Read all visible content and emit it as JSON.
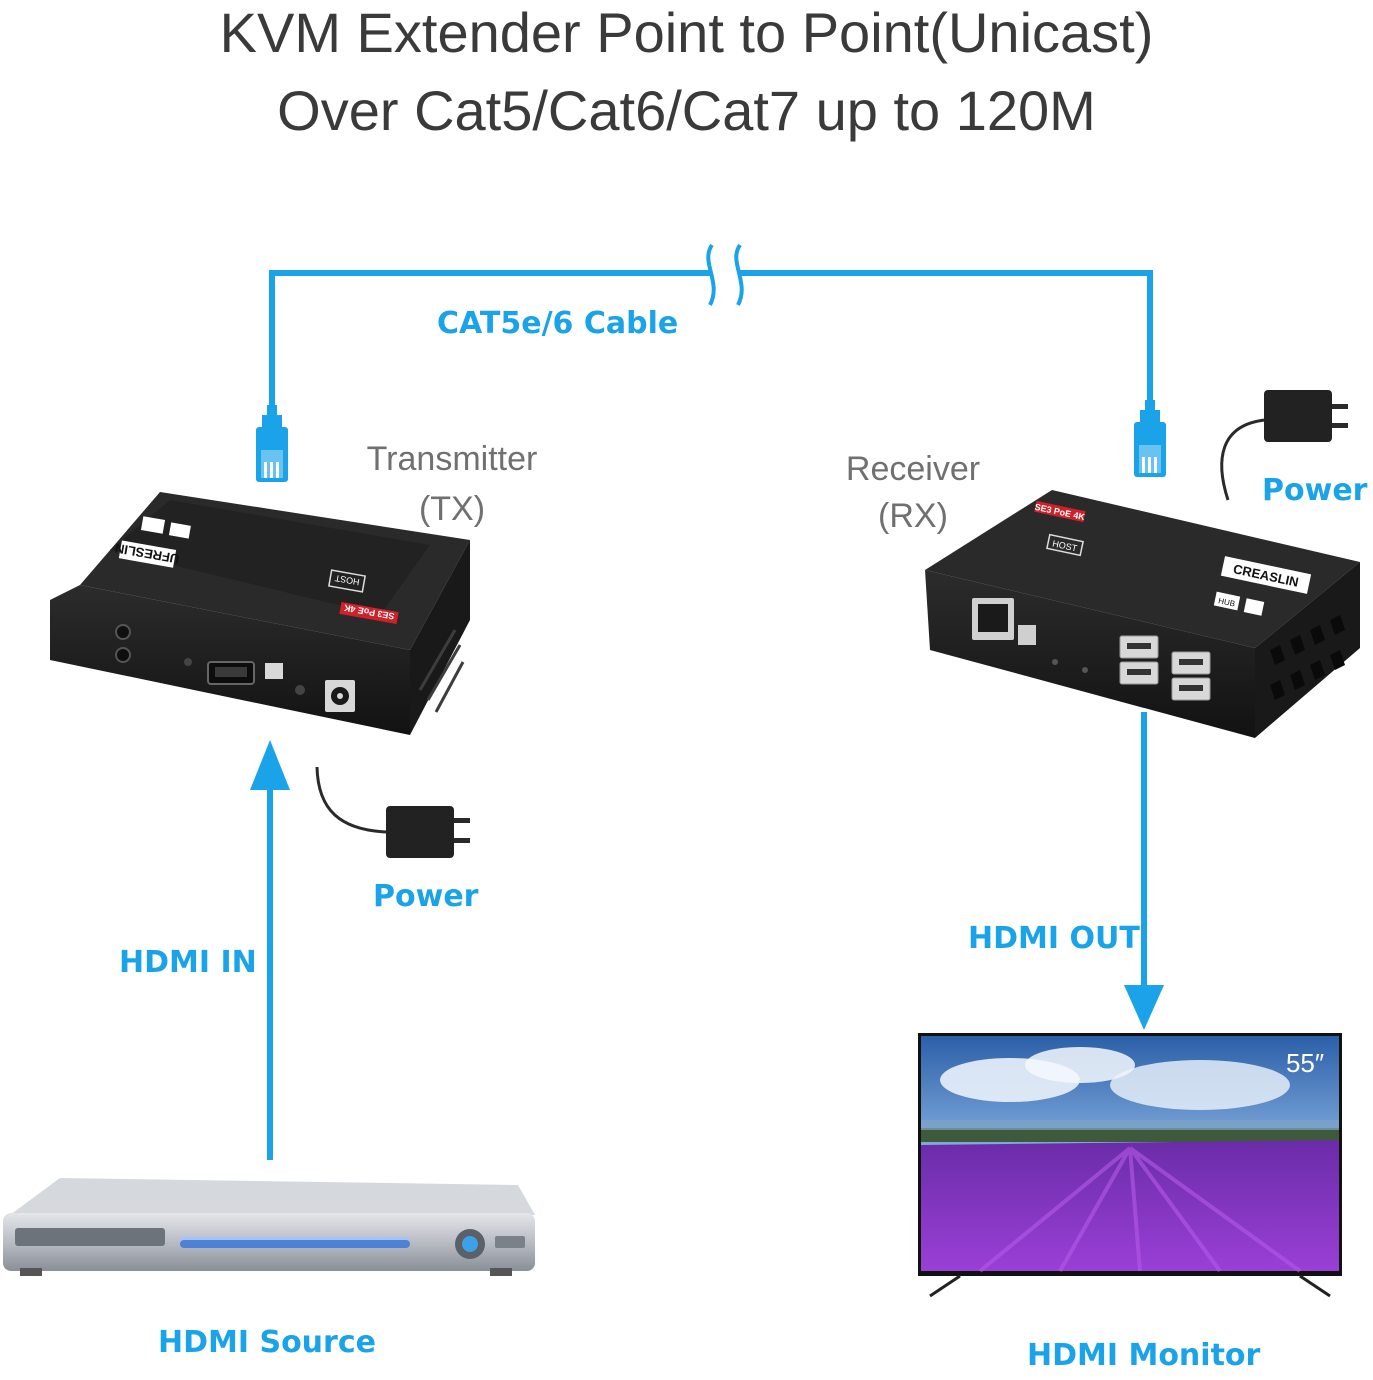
{
  "title": {
    "line1": "KVM Extender Point to Point(Unicast)",
    "line2": "Over Cat5/Cat6/Cat7 up to 120M"
  },
  "labels": {
    "cable": "CAT5e/6 Cable",
    "transmitter": "Transmitter",
    "transmitter_abbr": "(TX)",
    "receiver": "Receiver",
    "receiver_abbr": "(RX)",
    "power_tx": "Power",
    "power_rx": "Power",
    "hdmi_in": "HDMI IN",
    "hdmi_out": "HDMI OUT",
    "hdmi_source": "HDMI Source",
    "hdmi_monitor": "HDMI Monitor",
    "tv_size": "55″",
    "tx_brand": "UFRESLIN",
    "rx_brand": "CREASLIN",
    "tx_model": "SE3 PoE 4K",
    "rx_model": "SE3 PoE 4K",
    "host": "HOST",
    "hub": "HUB"
  },
  "colors": {
    "cable_blue": "#1aa3e8",
    "label_blue": "#1aa3e8",
    "title_gray": "#3a3a3a",
    "device_black": "#1e1e1e",
    "accent_red": "#d0202a"
  }
}
